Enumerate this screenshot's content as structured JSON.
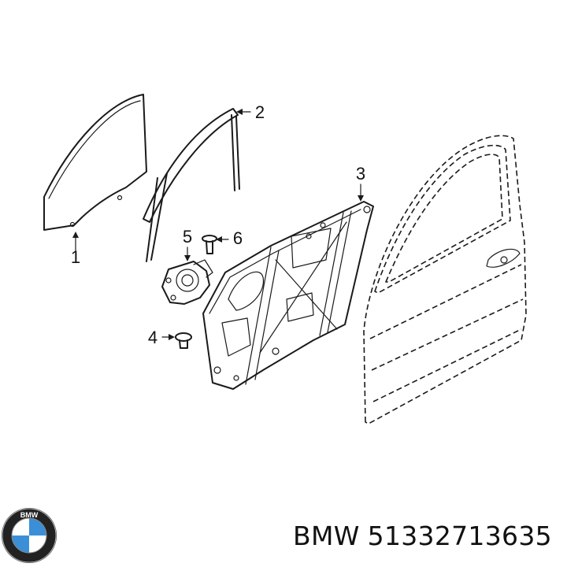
{
  "callouts": {
    "p1": "1",
    "p2": "2",
    "p3": "3",
    "p4": "4",
    "p5": "5",
    "p6": "6"
  },
  "logo": {
    "lettering": "BMW"
  },
  "caption": {
    "brand": "BMW",
    "part_number": "51332713635"
  }
}
